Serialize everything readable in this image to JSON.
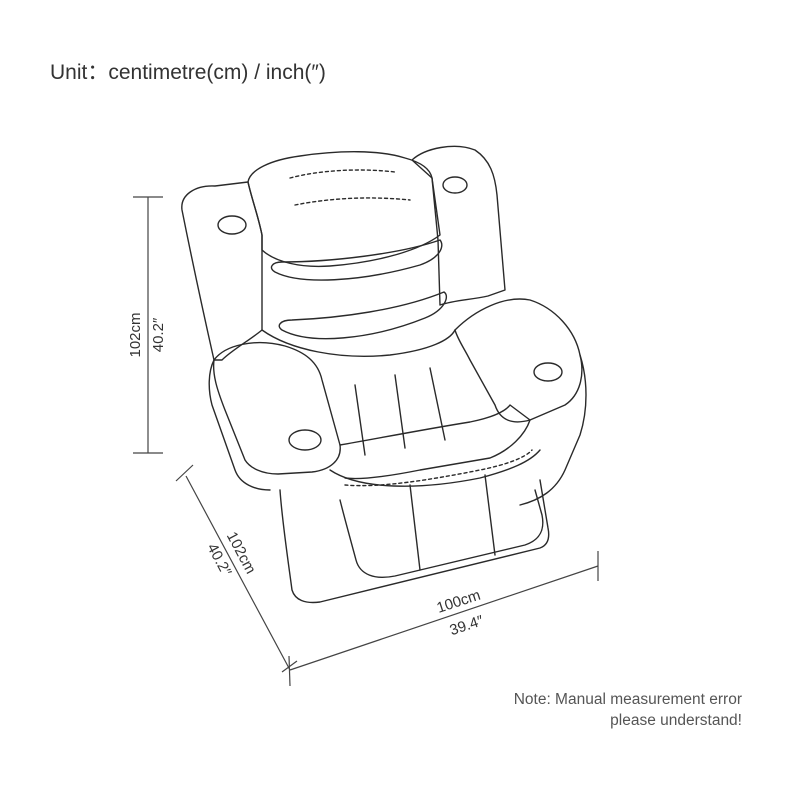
{
  "title": "Unit：centimetre(cm) / inch(″)",
  "dimensions": {
    "height_cm": "102cm",
    "height_in": "40.2″",
    "depth_cm": "102cm",
    "depth_in": "40.2″",
    "width_cm": "100cm",
    "width_in": "39.4″"
  },
  "note": {
    "line1": "Note: Manual measurement error",
    "line2": "please understand!"
  }
}
